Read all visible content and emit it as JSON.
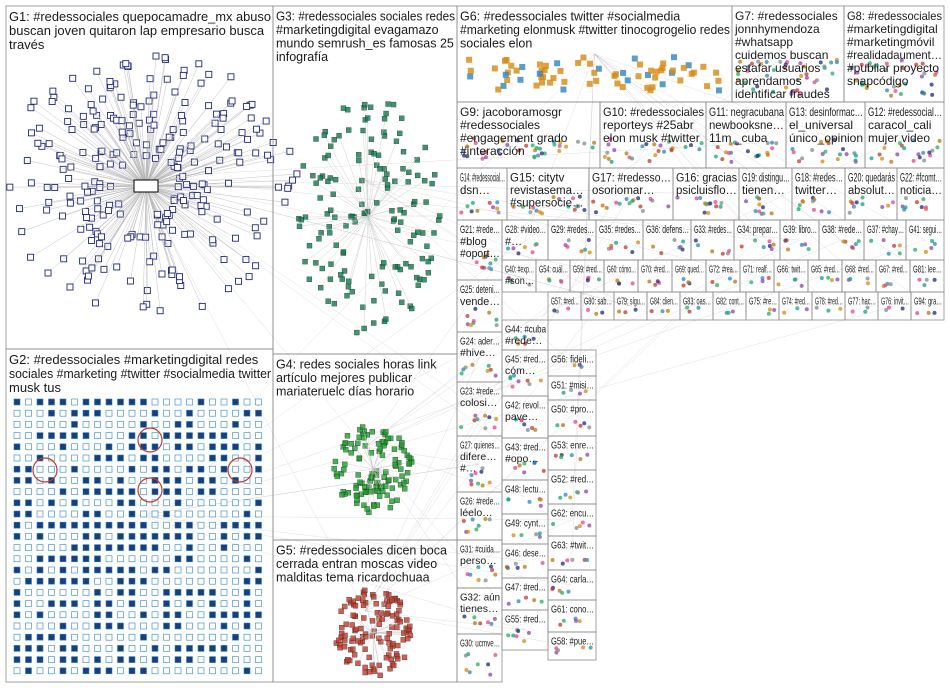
{
  "groups": [
    {
      "id": "G1",
      "keywords": [
        "#redessociales quepocamadre_mx abuso",
        "buscan joven quitaron lap empresario busca",
        "través"
      ]
    },
    {
      "id": "G2",
      "keywords": [
        "#redessociales #marketingdigital redes",
        "sociales #marketing #twitter #socialmedia twitter",
        "musk tus"
      ]
    },
    {
      "id": "G3",
      "keywords": [
        "#redessociales sociales redes",
        "#marketingdigital evagamazo",
        "mundo semrush_es famosas 25",
        "infografía"
      ]
    },
    {
      "id": "G4",
      "keywords": [
        "redes sociales horas link",
        "artículo mejores publicar",
        "mariateruelc días horario"
      ]
    },
    {
      "id": "G5",
      "keywords": [
        "#redessociales dicen boca",
        "cerrada entran moscas video",
        "malditas tema ricardochuaa"
      ]
    },
    {
      "id": "G6",
      "keywords": [
        "#redessociales twitter #socialmedia",
        "#marketing elonmusk #twitter tinocogrogelio redes",
        "sociales elon"
      ]
    },
    {
      "id": "G7",
      "keywords": [
        "#redessociales",
        "jonnhymendoza",
        "#whatsapp",
        "cuidemos buscan",
        "estafar usuarios",
        "aprendamos",
        "identificar fraudes"
      ]
    },
    {
      "id": "G8",
      "keywords": [
        "#redessociales",
        "#marketingdigital",
        "#marketingmóvil",
        "#realidadaument…",
        "#publiar proyecto",
        "snapcódigo"
      ]
    },
    {
      "id": "G9",
      "keywords": [
        "jacoboramosgr",
        "#redessociales",
        "#engagement grado",
        "#interacción"
      ]
    },
    {
      "id": "G10",
      "keywords": [
        "#redessociales",
        "reporteys #25abr",
        "elon musk #twitter"
      ]
    },
    {
      "id": "G11",
      "keywords": [
        "negracubana",
        "newbooksne…",
        "11m _cuba"
      ]
    },
    {
      "id": "G13",
      "keywords": [
        "desinformac…",
        "el_universal",
        "único_opinion"
      ]
    },
    {
      "id": "G12",
      "keywords": [
        "#redessocial…",
        "caracol_cali",
        "mujer video"
      ]
    },
    {
      "id": "G14",
      "keywords": [
        "#redessocial…",
        "dsn…"
      ]
    },
    {
      "id": "G15",
      "keywords": [
        "citytv",
        "revistasema…",
        "#supersocie…"
      ]
    },
    {
      "id": "G17",
      "keywords": [
        "#redesso…",
        "osoriomar…"
      ]
    },
    {
      "id": "G16",
      "keywords": [
        "gracias",
        "psicluisflo…"
      ]
    },
    {
      "id": "G19",
      "keywords": [
        "distingu…",
        "tienen…"
      ]
    },
    {
      "id": "G18",
      "keywords": [
        "#redes…",
        "twitter…"
      ]
    },
    {
      "id": "G20",
      "keywords": [
        "quedarás",
        "absolut…"
      ]
    },
    {
      "id": "G22",
      "keywords": [
        "#fcomt…",
        "noticia…"
      ]
    },
    {
      "id": "G21",
      "keywords": [
        "#rede…",
        "#blog",
        "#oport…"
      ]
    },
    {
      "id": "G28",
      "keywords": [
        "#video…",
        "#…"
      ]
    },
    {
      "id": "G29",
      "keywords": [
        "#redes…"
      ]
    },
    {
      "id": "G35",
      "keywords": [
        "#redes…"
      ]
    },
    {
      "id": "G36",
      "keywords": [
        "defens…"
      ]
    },
    {
      "id": "G33",
      "keywords": [
        "#redes…"
      ]
    },
    {
      "id": "G34",
      "keywords": [
        "prepar…"
      ]
    },
    {
      "id": "G39",
      "keywords": [
        "libro…"
      ]
    },
    {
      "id": "G38",
      "keywords": [
        "#rede…"
      ]
    },
    {
      "id": "G37",
      "keywords": [
        "#chay…"
      ]
    },
    {
      "id": "G41",
      "keywords": [
        "segui…"
      ]
    },
    {
      "id": "G25",
      "keywords": [
        "deteni…",
        "vende…"
      ]
    },
    {
      "id": "G40",
      "keywords": [
        "#exp…",
        "#son…"
      ]
    },
    {
      "id": "G54",
      "keywords": [
        "cuál…"
      ]
    },
    {
      "id": "G59",
      "keywords": [
        "#red…"
      ]
    },
    {
      "id": "G60",
      "keywords": [
        "cómo…"
      ]
    },
    {
      "id": "G70",
      "keywords": [
        "#red…"
      ]
    },
    {
      "id": "G69",
      "keywords": [
        "qued…"
      ]
    },
    {
      "id": "G72",
      "keywords": [
        "#rea…"
      ]
    },
    {
      "id": "G71",
      "keywords": [
        "realf…"
      ]
    },
    {
      "id": "G66",
      "keywords": [
        "twit…"
      ]
    },
    {
      "id": "G65",
      "keywords": [
        "#red…"
      ]
    },
    {
      "id": "G68",
      "keywords": [
        "#red…"
      ]
    },
    {
      "id": "G67",
      "keywords": [
        "#red…"
      ]
    },
    {
      "id": "G81",
      "keywords": [
        "lee…"
      ]
    },
    {
      "id": "G57",
      "keywords": [
        "#red…"
      ]
    },
    {
      "id": "G80",
      "keywords": [
        "sab…"
      ]
    },
    {
      "id": "G79",
      "keywords": [
        "sígu…"
      ]
    },
    {
      "id": "G84",
      "keywords": [
        "clien…"
      ]
    },
    {
      "id": "G83",
      "keywords": [
        "oas…"
      ]
    },
    {
      "id": "G82",
      "keywords": [
        "cont…"
      ]
    },
    {
      "id": "G75",
      "keywords": [
        "#re…"
      ]
    },
    {
      "id": "G74",
      "keywords": [
        "#red…"
      ]
    },
    {
      "id": "G78",
      "keywords": [
        "#red…"
      ]
    },
    {
      "id": "G77",
      "keywords": [
        "hac…"
      ]
    },
    {
      "id": "G76",
      "keywords": [
        "invit…"
      ]
    },
    {
      "id": "G94",
      "keywords": [
        "gra…"
      ]
    },
    {
      "id": "G44",
      "keywords": [
        "#cuba",
        "#rede…"
      ]
    },
    {
      "id": "G24",
      "keywords": [
        "ader…",
        "#hive…"
      ]
    },
    {
      "id": "G45",
      "keywords": [
        "#red…",
        "cóm…"
      ]
    },
    {
      "id": "G56",
      "keywords": [
        "fideli…"
      ]
    },
    {
      "id": "G23",
      "keywords": [
        "#rede…",
        "colosi…"
      ]
    },
    {
      "id": "G51",
      "keywords": [
        "#misi…"
      ]
    },
    {
      "id": "G42",
      "keywords": [
        "revol…",
        "pave…"
      ]
    },
    {
      "id": "G50",
      "keywords": [
        "#pro…"
      ]
    },
    {
      "id": "G27",
      "keywords": [
        "quienes…",
        "difere…",
        "#…"
      ]
    },
    {
      "id": "G43",
      "keywords": [
        "#red…",
        "#opo…"
      ]
    },
    {
      "id": "G53",
      "keywords": [
        "enre…"
      ]
    },
    {
      "id": "G26",
      "keywords": [
        "#rede…",
        "léelo…"
      ]
    },
    {
      "id": "G48",
      "keywords": [
        "lectu…"
      ]
    },
    {
      "id": "G52",
      "keywords": [
        "#red…"
      ]
    },
    {
      "id": "G49",
      "keywords": [
        "cynt…"
      ]
    },
    {
      "id": "G62",
      "keywords": [
        "encu…"
      ]
    },
    {
      "id": "G31",
      "keywords": [
        "#cuida…",
        "perso…"
      ]
    },
    {
      "id": "G46",
      "keywords": [
        "dese…"
      ]
    },
    {
      "id": "G63",
      "keywords": [
        "#twit…"
      ]
    },
    {
      "id": "G32",
      "keywords": [
        "aún",
        "tienes…"
      ]
    },
    {
      "id": "G64",
      "keywords": [
        "carla…"
      ]
    },
    {
      "id": "G47",
      "keywords": [
        "#red…"
      ]
    },
    {
      "id": "G61",
      "keywords": [
        "cono…"
      ]
    },
    {
      "id": "G30",
      "keywords": [
        "ucmve…"
      ]
    },
    {
      "id": "G55",
      "keywords": [
        "#red…"
      ]
    },
    {
      "id": "G58",
      "keywords": [
        "#pue…"
      ]
    }
  ],
  "colors": {
    "border": "#8c8c8c",
    "label": "#1a1a1a",
    "G1": "#1f2a7a",
    "G2": "#2e86c1",
    "G3": "#0f7a4c",
    "G4": "#1e9e2c",
    "G5": "#c0392b",
    "G6": "#d68910",
    "edges": "#9a9a9a"
  }
}
